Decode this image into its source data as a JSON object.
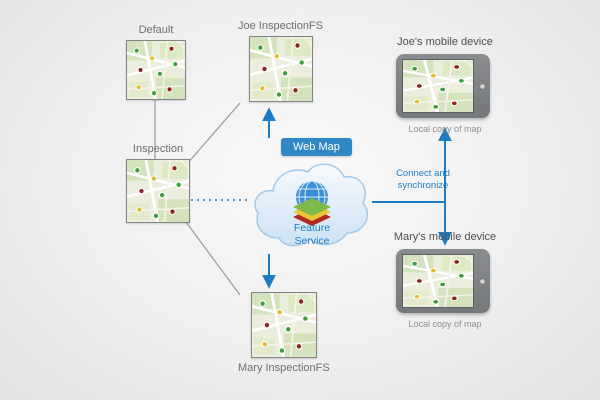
{
  "diagram": {
    "geodatabases": {
      "default": {
        "label": "Default"
      },
      "joe": {
        "label": "Joe InspectionFS"
      },
      "inspection": {
        "label": "Inspection"
      },
      "mary": {
        "label": "Mary InspectionFS"
      }
    },
    "service": {
      "web_map_badge": "Web Map",
      "feature_service_label": "Feature Service"
    },
    "sync": {
      "label": "Connect and synchronize"
    },
    "devices": {
      "joe": {
        "label": "Joe's mobile device",
        "caption": "Local copy of map"
      },
      "mary": {
        "label": "Mary's mobile device",
        "caption": "Local copy of map"
      }
    },
    "colors": {
      "accent_blue": "#1d7dc4",
      "badge_blue": "#2f87c5",
      "label_gray": "#6f6f6f",
      "line_gray": "#9b9b9b"
    }
  }
}
